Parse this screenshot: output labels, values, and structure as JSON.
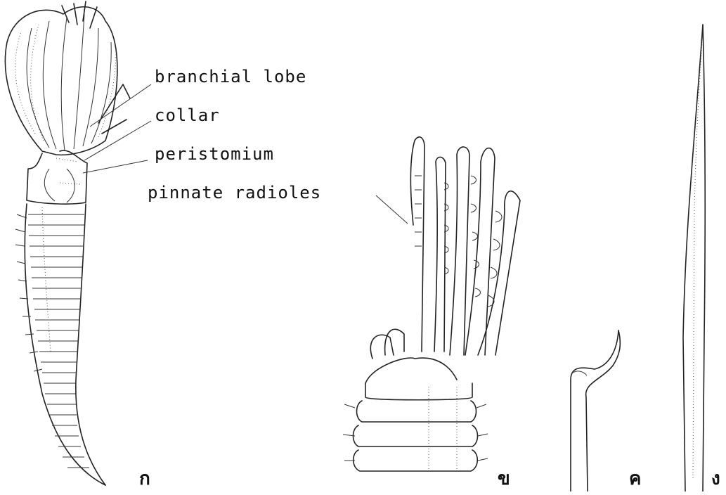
{
  "labels": {
    "branchial_lobe": "branchial lobe",
    "collar": "collar",
    "peristomium": "peristomium",
    "pinnate_radioles": "pinnate radioles"
  },
  "panels": {
    "a": "ก",
    "b": "ข",
    "c": "ค",
    "d": "ง"
  }
}
